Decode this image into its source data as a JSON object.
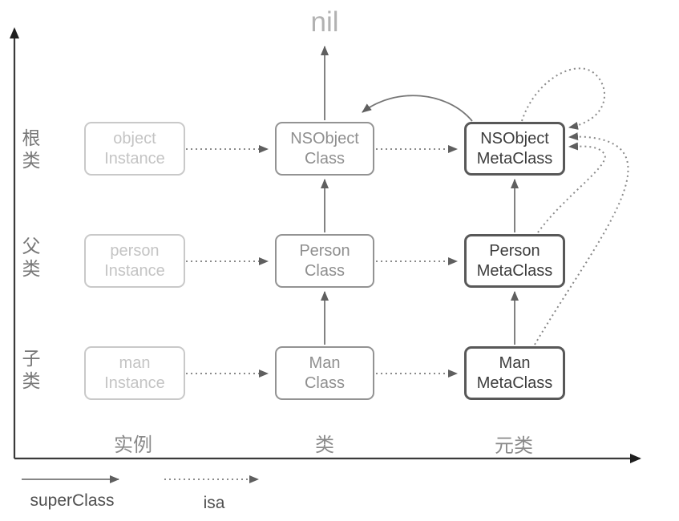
{
  "theme": {
    "background": "#ffffff",
    "axis_color": "#3a3a3a",
    "axis_head_color": "#1f1f1f",
    "solid_arrow_color": "#757575",
    "dotted_arrow_color": "#8a8a8a",
    "arrowhead_color": "#5f5f5f",
    "instance_box_color": "#c9c9c9",
    "instance_text_color": "#c4c4c4",
    "class_box_color": "#939393",
    "class_text_color": "#8f8f8f",
    "meta_box_color": "#585858",
    "meta_text_color": "#3d3d3d",
    "axis_label_color": "#8a8a8a",
    "row_label_color": "#777777",
    "nil_color": "#b2b2b2",
    "legend_text_color": "#4f4f4f"
  },
  "diagram": {
    "nil_label": "nil",
    "row_labels": [
      "根\n类",
      "父\n类",
      "子\n类"
    ],
    "column_labels": [
      "实例",
      "类",
      "元类"
    ],
    "boxes": [
      {
        "id": "object-instance",
        "label": "object\nInstance"
      },
      {
        "id": "nsobject-class",
        "label": "NSObject\nClass"
      },
      {
        "id": "nsobject-metaclass",
        "label": "NSObject\nMetaClass"
      },
      {
        "id": "person-instance",
        "label": "person\nInstance"
      },
      {
        "id": "person-class",
        "label": "Person\nClass"
      },
      {
        "id": "person-metaclass",
        "label": "Person\nMetaClass"
      },
      {
        "id": "man-instance",
        "label": "man\nInstance"
      },
      {
        "id": "man-class",
        "label": "Man\nClass"
      },
      {
        "id": "man-metaclass",
        "label": "Man\nMetaClass"
      }
    ]
  },
  "legend": {
    "items": [
      {
        "label": "superClass",
        "style": "solid"
      },
      {
        "label": "isa",
        "style": "dotted"
      }
    ]
  }
}
